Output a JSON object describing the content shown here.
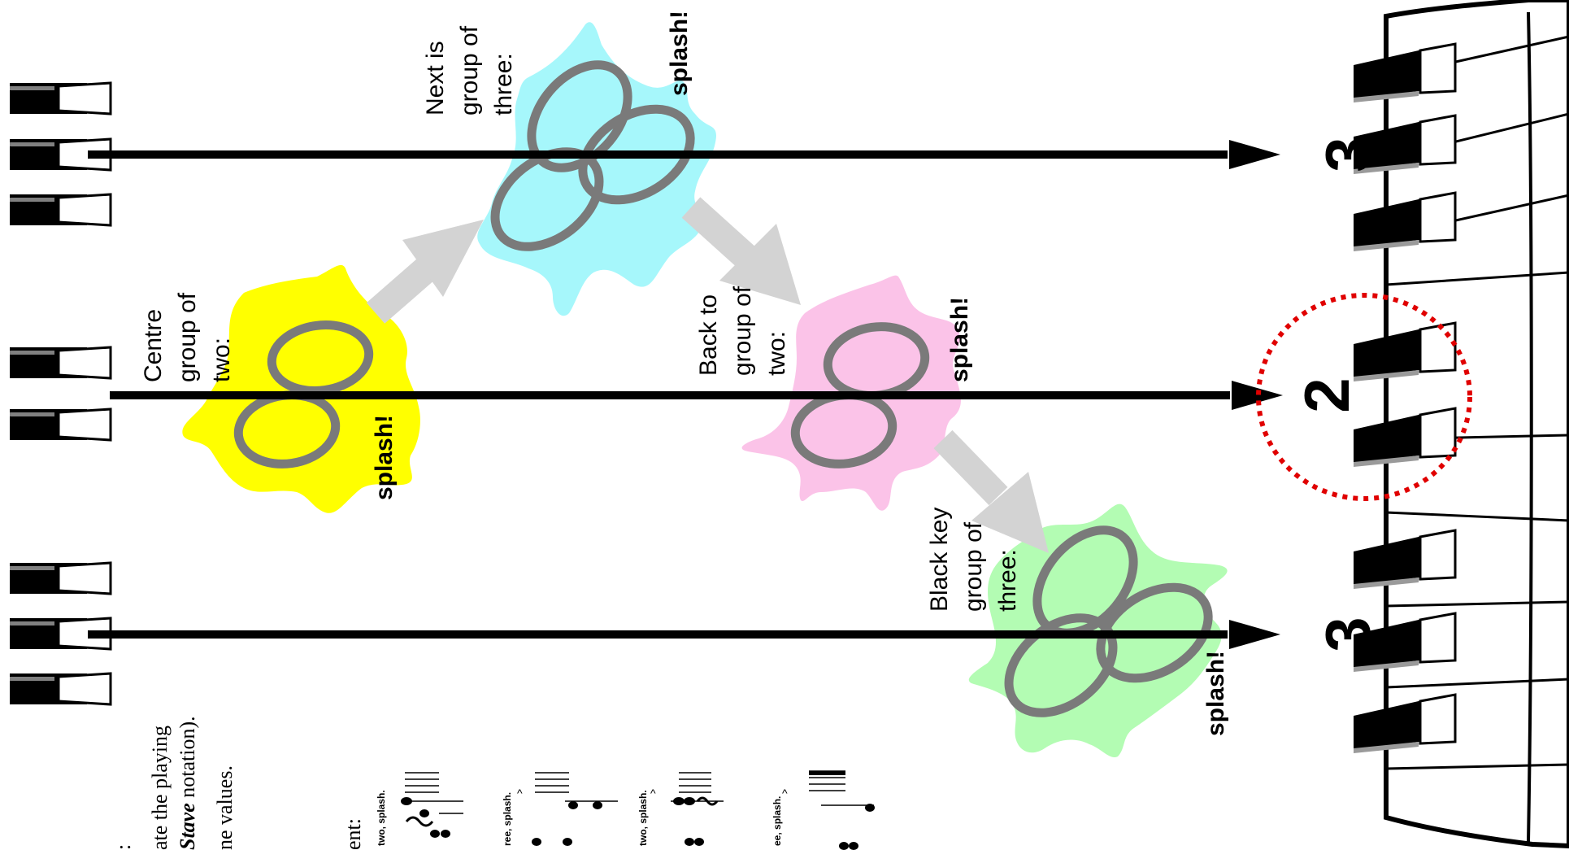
{
  "colors": {
    "yellow": "#ffff00",
    "cyan": "#a6f7fb",
    "pink": "#fbc3e8",
    "green": "#b3fcb3",
    "ring": "#7a7a7a",
    "gray_arrow": "#d3d3d3",
    "red_dotted": "#e00000"
  },
  "labels": {
    "centre": [
      "Centre",
      "group of",
      "two:"
    ],
    "next": [
      "Next is",
      "group of",
      "three:"
    ],
    "back": [
      "Back to",
      "group of",
      "two:"
    ],
    "blackkey": [
      "Black key",
      "group of",
      "three:"
    ],
    "splash": "splash!"
  },
  "numbers": {
    "top": "3",
    "middle": "2",
    "bottom": "3"
  },
  "partial_text": {
    "line_a": ":",
    "line_b1": "ate the playing",
    "line_b2_italic": "Stave",
    "line_b2_rest": " notation).",
    "line_c": "ne values.",
    "line_d": "ent:"
  },
  "notation": {
    "label_1": "two, splash.",
    "label_2": "ree, splash.",
    "label_3": "two, splash.",
    "label_4": "ee, splash."
  }
}
